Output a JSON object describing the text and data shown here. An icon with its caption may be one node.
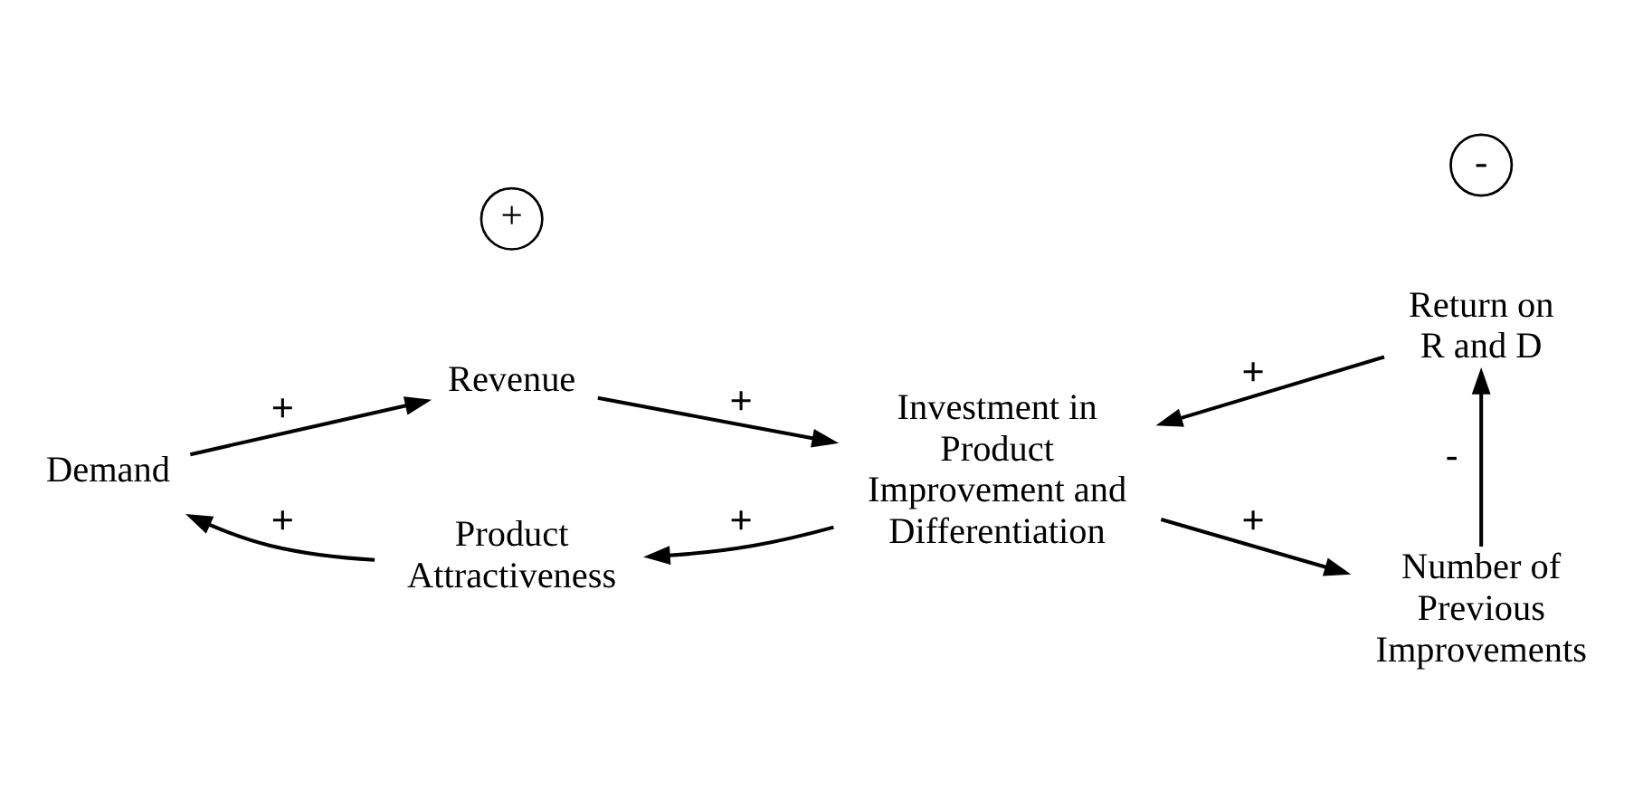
{
  "diagram": {
    "nodes": [
      {
        "text": [
          "Revenue"
        ]
      },
      {
        "text": [
          "Return on R and D"
        ]
      },
      {
        "text": [
          "Demand"
        ]
      },
      {
        "text": [
          "Investment in Product Improvement and Differentiation"
        ]
      },
      {
        "text": [
          "Product Attractiveness"
        ]
      },
      {
        "text": [
          "Number of Previous Improvements"
        ]
      }
    ],
    "edges": [
      {
        "from": 2,
        "to": 0,
        "arrow": "to",
        "label": "+"
      },
      {
        "from": 0,
        "to": 3,
        "arrow": "to",
        "label": "+"
      },
      {
        "from": 3,
        "to": 4,
        "arrow": "to",
        "label": "+"
      },
      {
        "from": 4,
        "to": 2,
        "arrow": "to",
        "label": "+"
      },
      {
        "from": 3,
        "to": 5,
        "arrow": "to",
        "label": "+"
      },
      {
        "from": 5,
        "to": 1,
        "arrow": "to",
        "label": "-"
      },
      {
        "from": 1,
        "to": 3,
        "arrow": "to",
        "label": "+"
      }
    ],
    "labels": [
      "+",
      "-"
    ]
  }
}
